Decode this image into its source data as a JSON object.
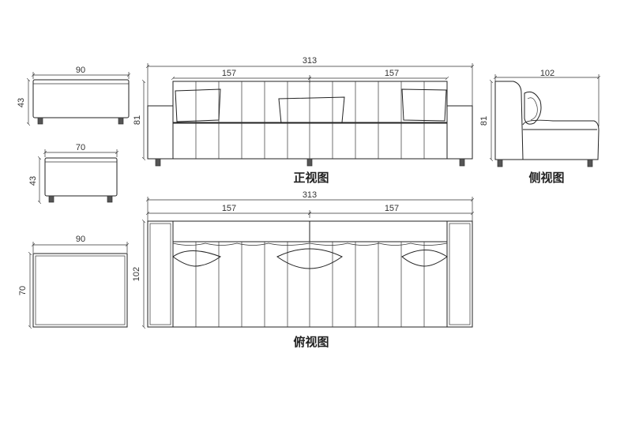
{
  "ottoman_large": {
    "width_label": "90",
    "height_label": "43"
  },
  "ottoman_small": {
    "width_label": "70",
    "height_label": "43"
  },
  "ottoman_top": {
    "width_label": "90",
    "depth_label": "70"
  },
  "front_view": {
    "total_label": "313",
    "left_section_label": "157",
    "right_section_label": "157",
    "height_label": "81",
    "caption": "正视图"
  },
  "side_view": {
    "depth_label": "102",
    "height_label": "81",
    "caption": "侧视图"
  },
  "top_view": {
    "total_label": "313",
    "left_section_label": "157",
    "right_section_label": "157",
    "depth_label": "102",
    "caption": "俯视图"
  }
}
